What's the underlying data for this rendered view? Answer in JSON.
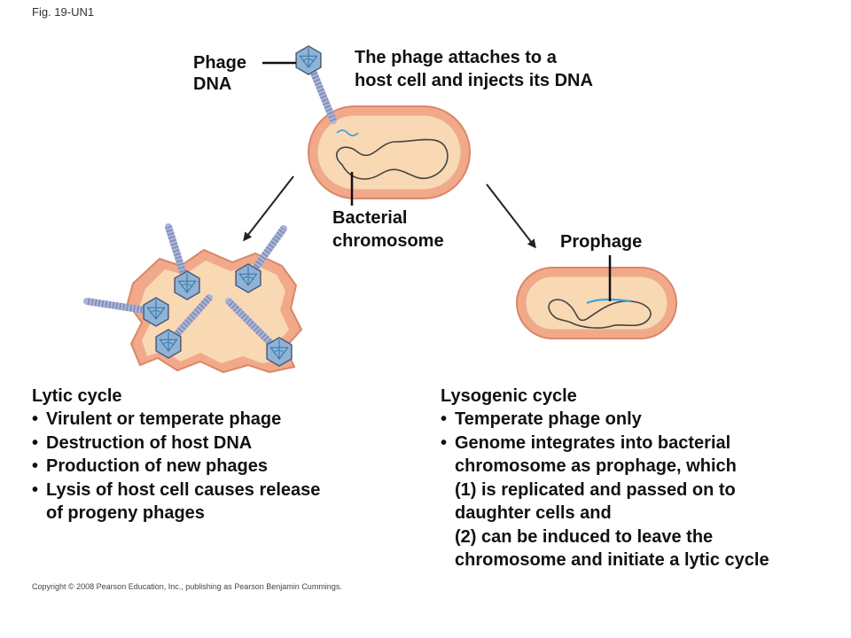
{
  "figure_label": "Fig. 19-UN1",
  "labels": {
    "phage_dna": [
      "Phage",
      "DNA"
    ],
    "attach_caption": [
      "The phage attaches to a",
      "host cell and injects its DNA"
    ],
    "bacterial_chromosome": [
      "Bacterial",
      "chromosome"
    ],
    "prophage": "Prophage"
  },
  "lytic": {
    "heading": "Lytic cycle",
    "bullet_glyph": "•",
    "items": [
      [
        "Virulent or temperate phage"
      ],
      [
        "Destruction of host DNA"
      ],
      [
        "Production of new phages"
      ],
      [
        "Lysis of host cell causes release",
        "of progeny phages"
      ]
    ]
  },
  "lysogenic": {
    "heading": "Lysogenic cycle",
    "bullet_glyph": "•",
    "items": [
      [
        "Temperate phage only"
      ],
      [
        "Genome integrates into bacterial",
        "chromosome as prophage, which",
        "(1) is replicated and passed on to",
        "daughter cells and",
        "(2) can be induced to leave the",
        "chromosome and initiate a lytic cycle"
      ]
    ]
  },
  "copyright": "Copyright © 2008 Pearson Education, Inc., publishing as Pearson Benjamin Cummings.",
  "colors": {
    "cell_wall": "#f2a98a",
    "cell_wall_edge": "#d9876a",
    "cytoplasm": "#f9d8b4",
    "capsid": "#8fb3d4",
    "phage_tail": "#a9b4d6",
    "dna_line": "#444444",
    "prophage_dna": "#3fa3d9",
    "arrow": "#222222"
  }
}
